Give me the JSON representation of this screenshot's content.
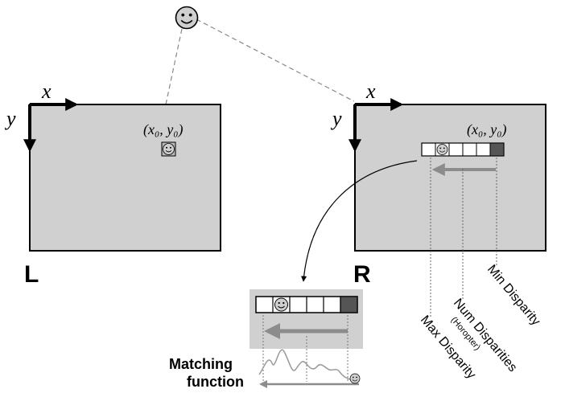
{
  "left_image": {
    "label": "L",
    "x_axis": "x",
    "y_axis": "y",
    "point": "(x₀, y₀)"
  },
  "right_image": {
    "label": "R",
    "x_axis": "x",
    "y_axis": "y",
    "point": "(x₀, y₀)"
  },
  "disparity_labels": {
    "min": "Min Disparity",
    "num": "Num Disparities",
    "horopter": "(Horopter)",
    "max": "Max Disparity"
  },
  "matching": {
    "line1": "Matching",
    "line2": "function"
  },
  "colors": {
    "image_fill": "#d0d0d0",
    "stroke": "#000000",
    "arrow_gray": "#8c8c8c",
    "dashed": "#888888"
  },
  "icons": [
    "smiley-face-icon"
  ]
}
